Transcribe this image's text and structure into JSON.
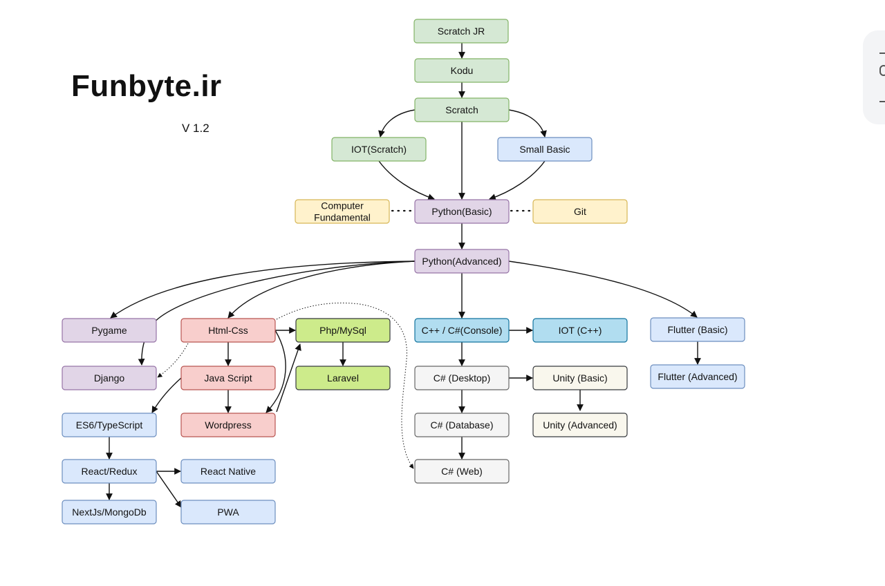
{
  "brand": "Funbyte.ir",
  "version": "V 1.2",
  "palette": {
    "green": {
      "fill": "#d5e8d4",
      "stroke": "#82b366"
    },
    "blue": {
      "fill": "#dae8fc",
      "stroke": "#6c8ebf"
    },
    "yellow": {
      "fill": "#fff2cc",
      "stroke": "#d6b656"
    },
    "purple": {
      "fill": "#e1d5e7",
      "stroke": "#9673a6"
    },
    "red": {
      "fill": "#f8cecc",
      "stroke": "#b85450"
    },
    "lime": {
      "fill": "#cdeb8b",
      "stroke": "#36393d"
    },
    "cyan": {
      "fill": "#b1ddf0",
      "stroke": "#10739e"
    },
    "gray": {
      "fill": "#f5f5f5",
      "stroke": "#666666"
    },
    "cream": {
      "fill": "#f9f7ed",
      "stroke": "#36393d"
    }
  },
  "nodes": [
    {
      "id": "scratch-jr",
      "label": "Scratch JR",
      "color": "green"
    },
    {
      "id": "kodu",
      "label": "Kodu",
      "color": "green"
    },
    {
      "id": "scratch",
      "label": "Scratch",
      "color": "green"
    },
    {
      "id": "iot-scratch",
      "label": "IOT(Scratch)",
      "color": "green"
    },
    {
      "id": "small-basic",
      "label": "Small Basic",
      "color": "blue"
    },
    {
      "id": "computer-fundamental",
      "label": "Computer\nFundamental",
      "color": "yellow"
    },
    {
      "id": "python-basic",
      "label": "Python(Basic)",
      "color": "purple"
    },
    {
      "id": "git",
      "label": "Git",
      "color": "yellow"
    },
    {
      "id": "python-advanced",
      "label": "Python(Advanced)",
      "color": "purple"
    },
    {
      "id": "pygame",
      "label": "Pygame",
      "color": "purple"
    },
    {
      "id": "html-css",
      "label": "Html-Css",
      "color": "red"
    },
    {
      "id": "php-mysql",
      "label": "Php/MySql",
      "color": "lime"
    },
    {
      "id": "cpp-csharp-console",
      "label": "C++ / C#(Console)",
      "color": "cyan"
    },
    {
      "id": "iot-cpp",
      "label": "IOT (C++)",
      "color": "cyan"
    },
    {
      "id": "flutter-basic",
      "label": "Flutter (Basic)",
      "color": "blue"
    },
    {
      "id": "django",
      "label": "Django",
      "color": "purple"
    },
    {
      "id": "java-script",
      "label": "Java Script",
      "color": "red"
    },
    {
      "id": "laravel",
      "label": "Laravel",
      "color": "lime"
    },
    {
      "id": "csharp-desktop",
      "label": "C# (Desktop)",
      "color": "gray"
    },
    {
      "id": "unity-basic",
      "label": "Unity (Basic)",
      "color": "cream"
    },
    {
      "id": "flutter-advanced",
      "label": "Flutter (Advanced)",
      "color": "blue"
    },
    {
      "id": "es6-typescript",
      "label": "ES6/TypeScript",
      "color": "blue"
    },
    {
      "id": "wordpress",
      "label": "Wordpress",
      "color": "red"
    },
    {
      "id": "csharp-database",
      "label": "C# (Database)",
      "color": "gray"
    },
    {
      "id": "unity-advanced",
      "label": "Unity (Advanced)",
      "color": "cream"
    },
    {
      "id": "react-redux",
      "label": "React/Redux",
      "color": "blue"
    },
    {
      "id": "react-native",
      "label": "React Native",
      "color": "blue"
    },
    {
      "id": "csharp-web",
      "label": "C# (Web)",
      "color": "gray"
    },
    {
      "id": "nextjs-mongodb",
      "label": "NextJs/MongoDb",
      "color": "blue"
    },
    {
      "id": "pwa",
      "label": "PWA",
      "color": "blue"
    }
  ],
  "edges": [
    {
      "from": "scratch-jr",
      "to": "kodu",
      "style": "arrow"
    },
    {
      "from": "kodu",
      "to": "scratch",
      "style": "arrow"
    },
    {
      "from": "scratch",
      "to": "iot-scratch",
      "style": "arrow"
    },
    {
      "from": "scratch",
      "to": "small-basic",
      "style": "arrow"
    },
    {
      "from": "scratch",
      "to": "python-basic",
      "style": "arrow"
    },
    {
      "from": "iot-scratch",
      "to": "python-basic",
      "style": "arrow"
    },
    {
      "from": "small-basic",
      "to": "python-basic",
      "style": "arrow"
    },
    {
      "from": "computer-fundamental",
      "to": "python-basic",
      "style": "dotted"
    },
    {
      "from": "python-basic",
      "to": "git",
      "style": "dotted"
    },
    {
      "from": "python-basic",
      "to": "python-advanced",
      "style": "arrow"
    },
    {
      "from": "python-advanced",
      "to": "pygame",
      "style": "arrow"
    },
    {
      "from": "python-advanced",
      "to": "django",
      "style": "arrow"
    },
    {
      "from": "python-advanced",
      "to": "html-css",
      "style": "arrow"
    },
    {
      "from": "python-advanced",
      "to": "cpp-csharp-console",
      "style": "arrow"
    },
    {
      "from": "python-advanced",
      "to": "flutter-basic",
      "style": "arrow"
    },
    {
      "from": "html-css",
      "to": "php-mysql",
      "style": "arrow"
    },
    {
      "from": "html-css",
      "to": "java-script",
      "style": "arrow"
    },
    {
      "from": "html-css",
      "to": "wordpress",
      "style": "arrow"
    },
    {
      "from": "html-css",
      "to": "django",
      "style": "dotted-arrow"
    },
    {
      "from": "java-script",
      "to": "wordpress",
      "style": "arrow"
    },
    {
      "from": "java-script",
      "to": "es6-typescript",
      "style": "arrow"
    },
    {
      "from": "wordpress",
      "to": "php-mysql",
      "style": "arrow"
    },
    {
      "from": "php-mysql",
      "to": "laravel",
      "style": "arrow"
    },
    {
      "from": "html-css",
      "to": "csharp-web",
      "style": "dotted-arrow"
    },
    {
      "from": "cpp-csharp-console",
      "to": "iot-cpp",
      "style": "arrow"
    },
    {
      "from": "cpp-csharp-console",
      "to": "csharp-desktop",
      "style": "arrow"
    },
    {
      "from": "csharp-desktop",
      "to": "unity-basic",
      "style": "arrow"
    },
    {
      "from": "csharp-desktop",
      "to": "csharp-database",
      "style": "arrow"
    },
    {
      "from": "unity-basic",
      "to": "unity-advanced",
      "style": "arrow"
    },
    {
      "from": "csharp-database",
      "to": "csharp-web",
      "style": "arrow"
    },
    {
      "from": "flutter-basic",
      "to": "flutter-advanced",
      "style": "arrow"
    },
    {
      "from": "es6-typescript",
      "to": "react-redux",
      "style": "arrow"
    },
    {
      "from": "react-redux",
      "to": "react-native",
      "style": "arrow"
    },
    {
      "from": "react-redux",
      "to": "pwa",
      "style": "arrow"
    },
    {
      "from": "react-redux",
      "to": "nextjs-mongodb",
      "style": "arrow"
    }
  ]
}
